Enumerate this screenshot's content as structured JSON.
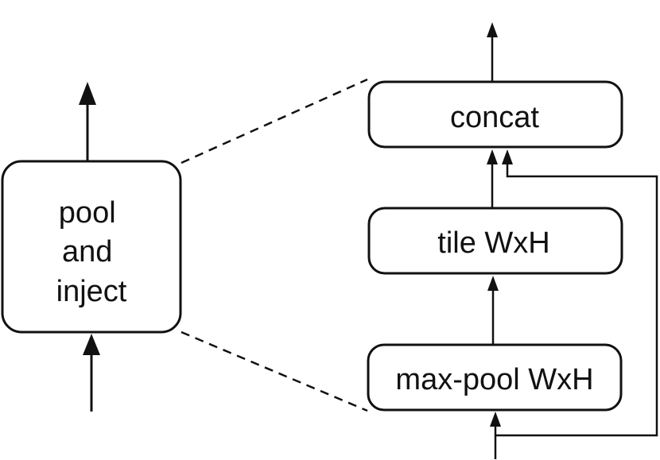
{
  "left_block": {
    "lines": [
      "pool",
      "and",
      "inject"
    ]
  },
  "expanded": {
    "concat": "concat",
    "tile": "tile WxH",
    "maxpool": "max-pool WxH"
  },
  "colors": {
    "stroke": "#111111",
    "background": "#ffffff"
  }
}
